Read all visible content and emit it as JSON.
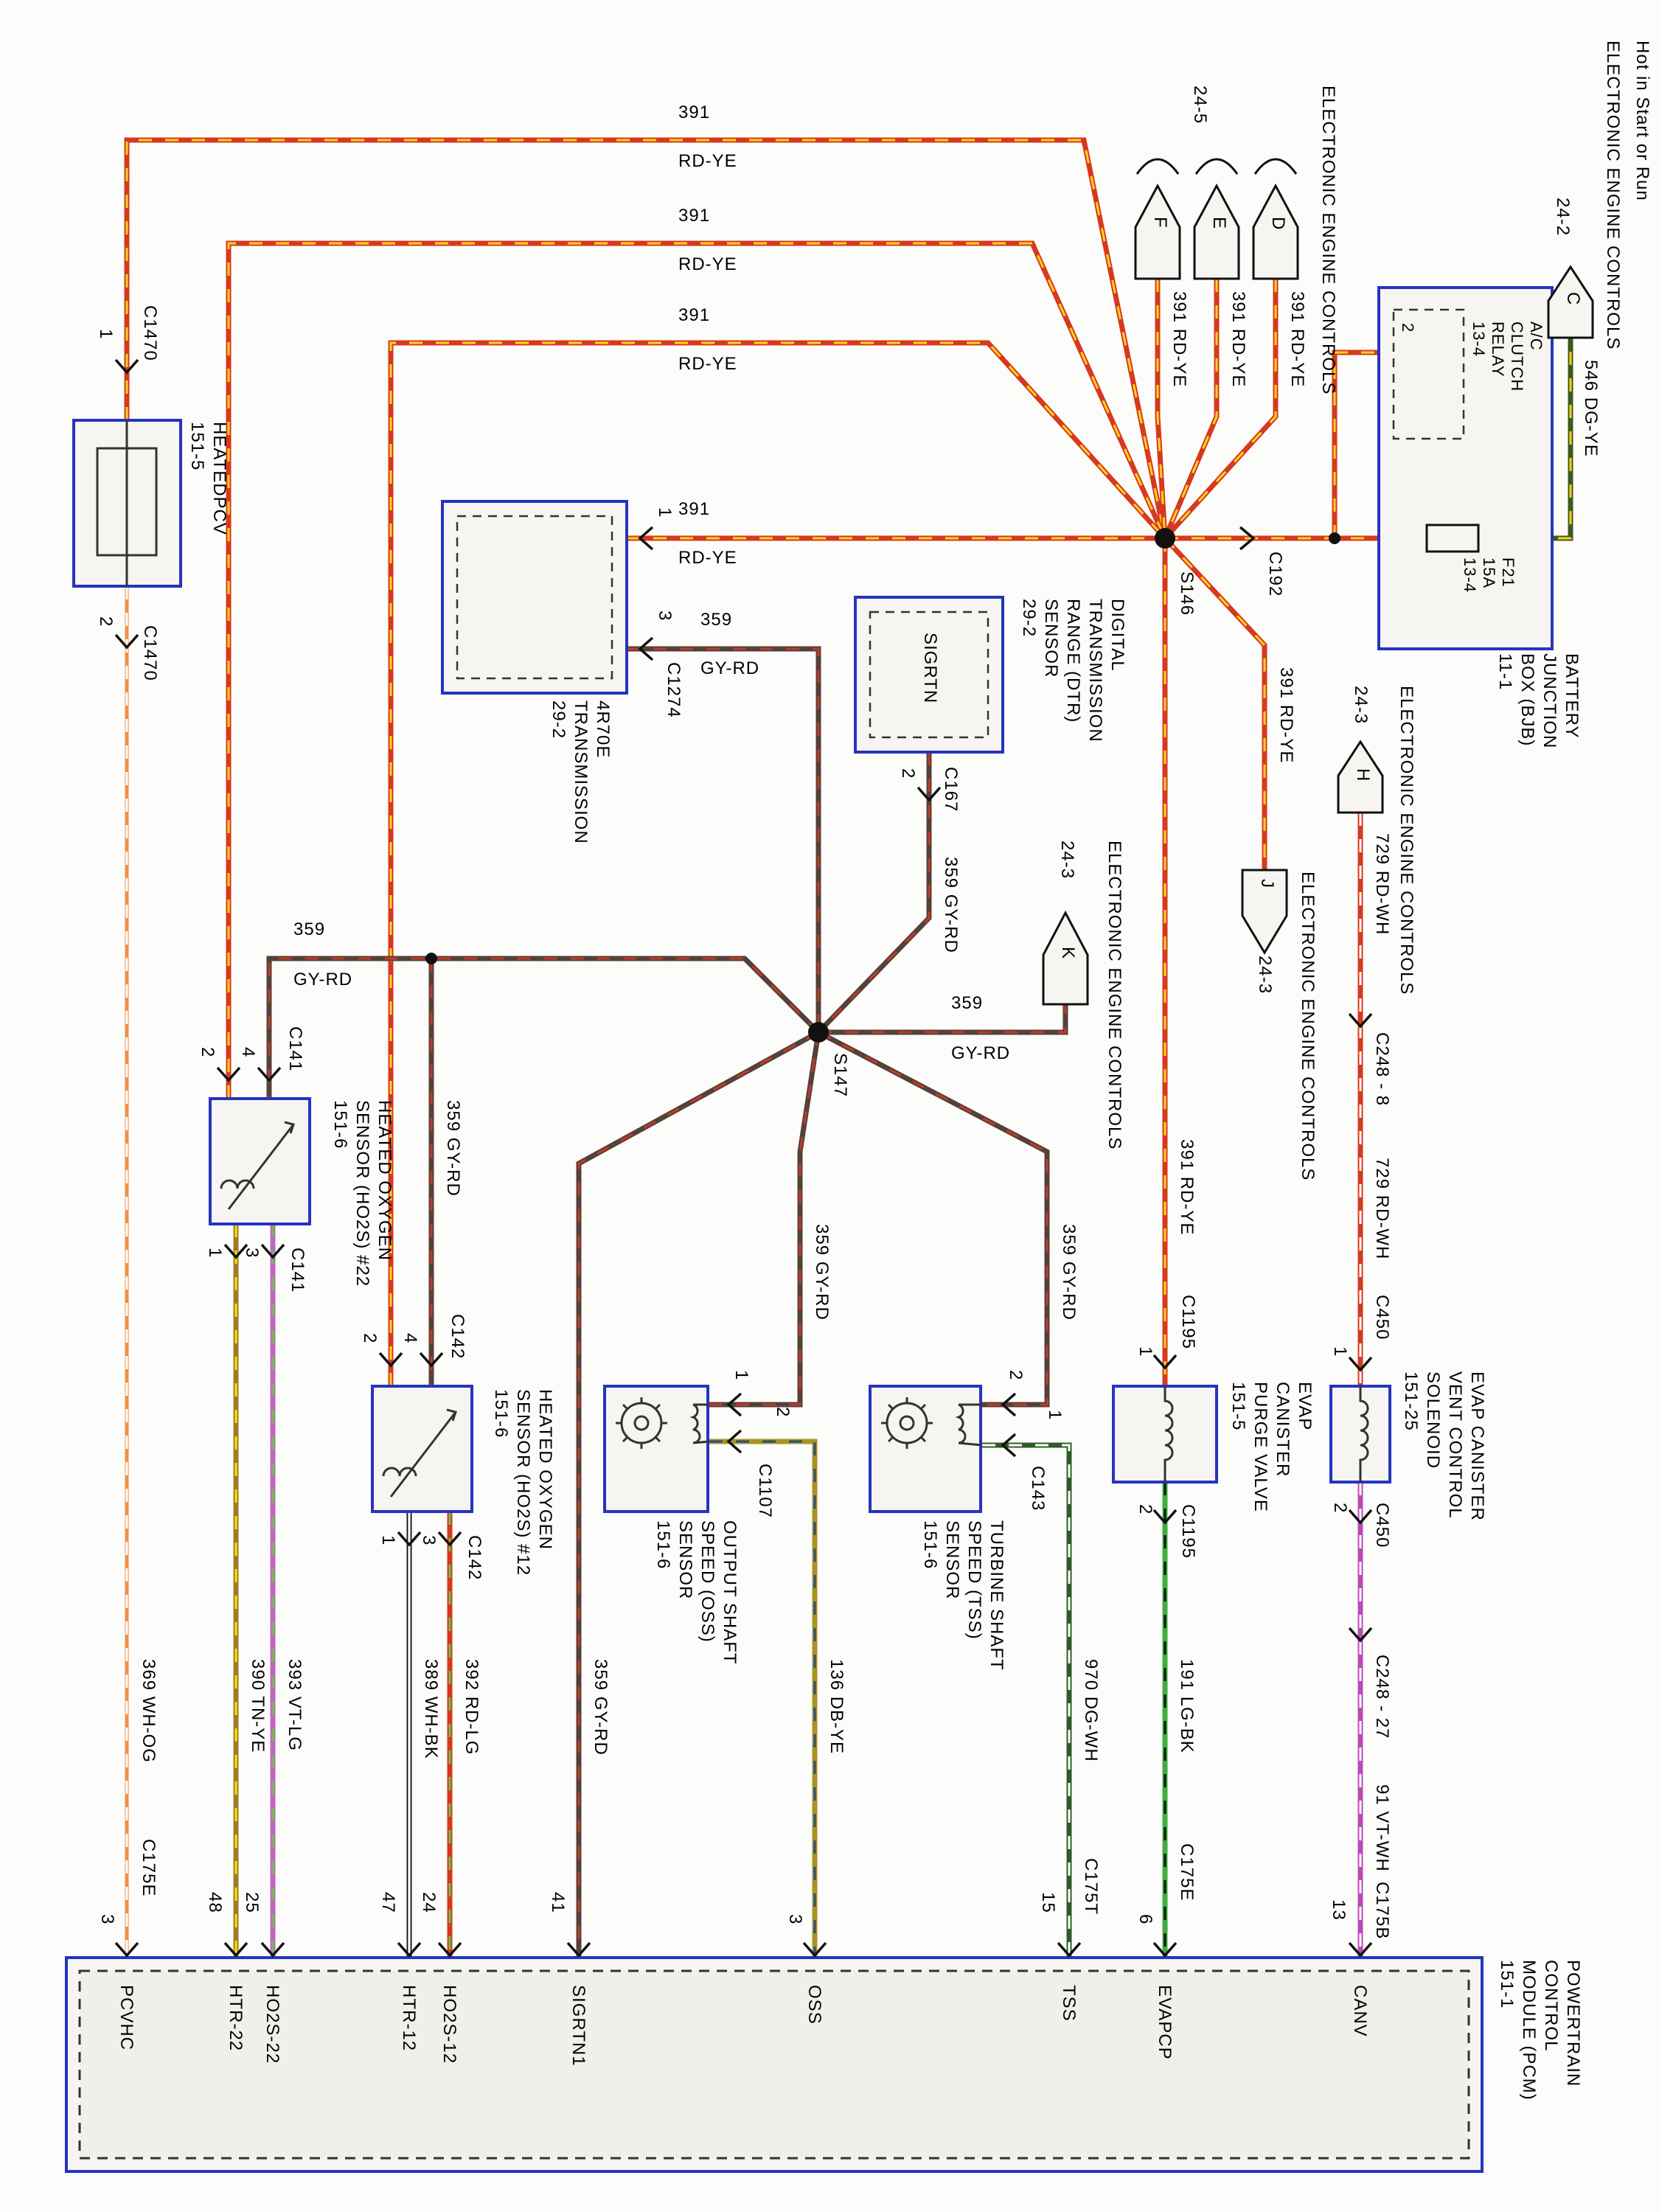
{
  "header": {
    "hot": "Hot in Start or Run",
    "eec": "ELECTRONIC ENGINE CONTROLS"
  },
  "connector_pages": {
    "c": "24-2",
    "fed": "24-5",
    "h": "24-3",
    "j": "24-3",
    "k": "24-3"
  },
  "connector_letters": {
    "c": "C",
    "f": "F",
    "e": "E",
    "d": "D",
    "h": "H",
    "j": "J",
    "k": "K"
  },
  "splices": {
    "s146": "S146",
    "s147": "S147"
  },
  "components": {
    "heatedpcv": "HEATEDPCV\n151-5",
    "transmission": "4R70E\nTRANSMISSION\n29-2",
    "dtr": "DIGITAL\nTRANSMISSION\nRANGE (DTR)\nSENSOR\n29-2",
    "sigrtn": "SIGRTN",
    "relay": "A/C\nCLUTCH\nRELAY\n13-4",
    "relay_pin": "2",
    "fuse": "F21\n15A\n13-4",
    "bjb": "BATTERY\nJUNCTION\nBOX (BJB)\n11-1",
    "ho2s22": "HEATED OXYGEN\nSENSOR (HO2S) #22\n151-6",
    "ho2s12": "HEATED OXYGEN\nSENSOR (HO2S) #12\n151-6",
    "oss": "OUTPUT SHAFT\nSPEED (OSS)\nSENSOR\n151-6",
    "tss": "TURBINE SHAFT\nSPEED (TSS)\nSENSOR\n151-6",
    "purge": "EVAP\nCANISTER\nPURGE VALVE\n151-5",
    "vent": "EVAP CANISTER\nVENT CONTROL\nSOLENOID\n151-25",
    "pcm": "POWERTRAIN\nCONTROL\nMODULE (PCM)\n151-1"
  },
  "wire_labels": {
    "h391_num": "391",
    "h391_col": "RD-YE",
    "h359_num": "359",
    "h359_col": "GY-RD",
    "v391": "391  RD-YE",
    "v359": "359  GY-RD",
    "v546": "546  DG-YE",
    "v729": "729  RD-WH",
    "v369": "369  WH-OG",
    "v390": "390  TN-YE",
    "v393": "393  VT-LG",
    "v389": "389  WH-BK",
    "v392": "392  RD-LG",
    "v136": "136  DB-YE",
    "v970": "970  DG-WH",
    "v191": "191  LG-BK",
    "v91": "91  VT-WH"
  },
  "inline_connectors": {
    "c1470": "C1470",
    "c141": "C141",
    "c142": "C142",
    "c1274": "C1274",
    "c167": "C167",
    "c192": "C192",
    "c1195": "C1195",
    "c1107": "C1107",
    "c143": "C143",
    "c450": "C450",
    "c248_8": "C248 - 8",
    "c248_27": "C248 - 27",
    "c175e": "C175E",
    "c175t": "C175T",
    "c175b": "C175B"
  },
  "pins": {
    "p1": "1",
    "p2": "2",
    "p3": "3",
    "p4": "4"
  },
  "pcm_pins": [
    {
      "num": "3",
      "label": "PCVHC"
    },
    {
      "num": "48",
      "label": "HTR-22"
    },
    {
      "num": "25",
      "label": "HO2S-22"
    },
    {
      "num": "47",
      "label": "HTR-12"
    },
    {
      "num": "24",
      "label": "HO2S-12"
    },
    {
      "num": "41",
      "label": "SIGRTN1"
    },
    {
      "num": "3",
      "label": "OSS"
    },
    {
      "num": "15",
      "label": "TSS"
    },
    {
      "num": "6",
      "label": "EVAPCP"
    },
    {
      "num": "13",
      "label": "CANV"
    }
  ],
  "colors": {
    "box_border": "#2633c0",
    "rd_ye": "#d6391f",
    "stripe_yellow": "#ffd21e",
    "gy_rd_base": "#53413a",
    "gy_rd_stripe": "#c13a28",
    "dg_ye_base": "#3c5a1f",
    "rd_wh_base": "#d6391f",
    "stripe_white": "#ffffff",
    "wh_og_base": "#ef8f45",
    "tn_ye_base": "#9c7c28",
    "tn_ye_stripe": "#ffe000",
    "vt_lg_base": "#c264c2",
    "stripe_lt_green": "#6cc24a",
    "wh_bk_base": "#161616",
    "rd_lg_base": "#d6391f",
    "db_ye_base": "#a89422",
    "db_ye_stripe": "#2a4a7a",
    "dg_wh_base": "#2f5b28",
    "lg_bk_base": "#3fae3f",
    "stripe_black": "#111111",
    "vt_wh_base": "#b94ab9"
  }
}
